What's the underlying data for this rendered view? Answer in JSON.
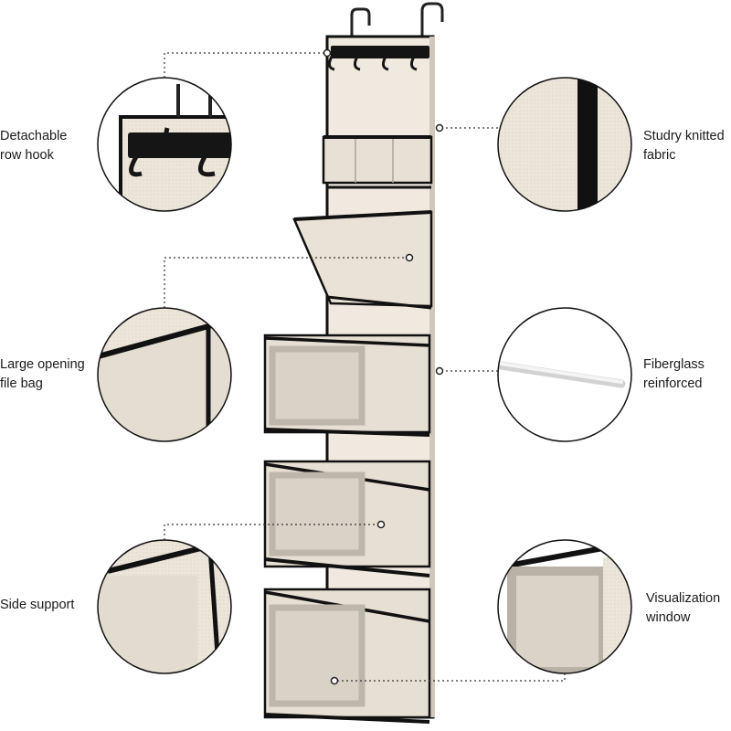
{
  "callouts": {
    "left": [
      {
        "text": "Detachable\nrow hook"
      },
      {
        "text": "Large opening\nfile bag"
      },
      {
        "text": "Side support"
      }
    ],
    "right": [
      {
        "text": "Studry knitted\nfabric"
      },
      {
        "text": "Fiberglass\nreinforced"
      },
      {
        "text": "Visualization\nwindow"
      }
    ]
  },
  "colors": {
    "fabric": "#ece6dc",
    "trim": "#111111",
    "window": "#d9d3c8",
    "leader": "#333333"
  }
}
